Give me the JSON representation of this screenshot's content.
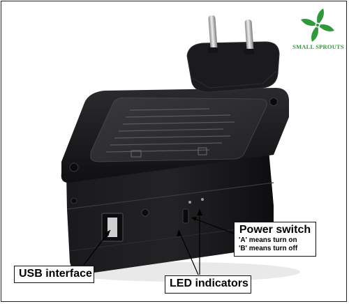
{
  "brand": {
    "name": "SMALL SPROUTS",
    "color": "#2e9a3a"
  },
  "callouts": {
    "power_switch": {
      "title": "Power switch",
      "line_a": "'A' means turn on",
      "line_b": "'B' means turn off"
    },
    "usb_interface": {
      "title": "USB interface"
    },
    "led_indicators": {
      "title": "LED indicators"
    }
  },
  "icons": {
    "logo": "pinwheel-leaf-logo",
    "plug": "eu-plug-icon"
  },
  "colors": {
    "device_body": "#1c1c1e",
    "label_plate": "#2a2a2c",
    "plug_pins": "#c8c8c8"
  }
}
